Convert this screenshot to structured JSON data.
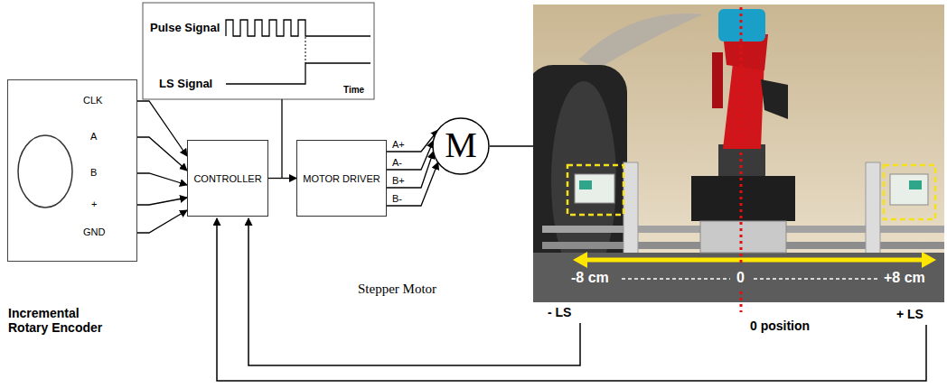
{
  "diagram": {
    "nodes": [
      {
        "text": [
          "Incremental Rotary Encoder"
        ]
      },
      {
        "text": [
          "CONTROLLER"
        ]
      },
      {
        "text": [
          "MOTOR DRIVER"
        ]
      },
      {
        "text": [
          "M"
        ]
      }
    ],
    "edges": [
      {
        "from": 0,
        "to": 1,
        "arrow": "to"
      },
      {
        "from": 0,
        "to": 1,
        "arrow": "to"
      },
      {
        "from": 0,
        "to": 1,
        "arrow": "to"
      },
      {
        "from": 0,
        "to": 1,
        "arrow": "to"
      },
      {
        "from": 0,
        "to": 1,
        "arrow": "to"
      },
      {
        "from": 1,
        "to": 2,
        "arrow": "to"
      },
      {
        "from": 2,
        "to": 3,
        "label": "A+",
        "arrow": "to"
      },
      {
        "from": 2,
        "to": 3,
        "label": "A-",
        "arrow": "to"
      },
      {
        "from": 2,
        "to": 3,
        "label": "B+",
        "arrow": "to"
      },
      {
        "from": 2,
        "to": 3,
        "label": "B-",
        "arrow": "to"
      }
    ],
    "labels": [
      "CLK",
      "A",
      "B",
      "+",
      "GND",
      "Pulse Signal",
      "LS Signal",
      "Time",
      "Stepper Motor",
      "-8 cm",
      "0",
      "+8 cm",
      "- LS",
      "+ LS",
      "0 position"
    ]
  }
}
